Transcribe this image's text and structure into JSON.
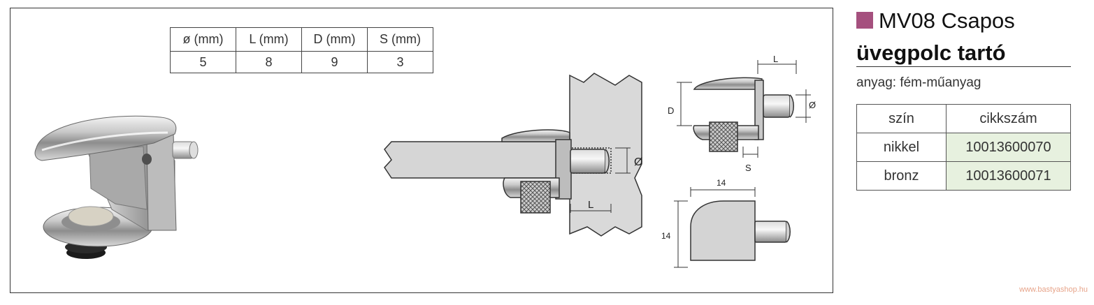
{
  "dimensions": {
    "headers": [
      "ø (mm)",
      "L (mm)",
      "D (mm)",
      "S (mm)"
    ],
    "values": [
      "5",
      "8",
      "9",
      "3"
    ]
  },
  "drawing_labels": {
    "section_diameter": "Ø",
    "section_length": "L",
    "side_length": "L",
    "side_diameter": "Ø",
    "side_depth": "D",
    "side_spacing": "S",
    "top_width": "14",
    "top_height": "14"
  },
  "product": {
    "title_line1": "MV08 Csapos",
    "title_line2": "üvegpolc tartó",
    "material": "anyag: fém-műanyag",
    "accent_color": "#a5507e"
  },
  "codes_table": {
    "headers": [
      "szín",
      "cikkszám"
    ],
    "rows": [
      {
        "color": "nikkel",
        "code": "10013600070"
      },
      {
        "color": "bronz",
        "code": "10013600071"
      }
    ]
  },
  "watermark": "www.bastyashop.hu"
}
